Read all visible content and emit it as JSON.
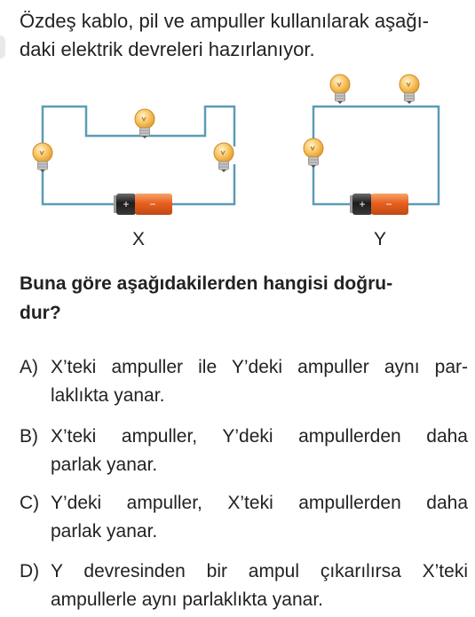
{
  "intro": {
    "line1": "Özdeş kablo, pil ve ampuller kullanılarak aşağı-",
    "line2": "daki elektrik devreleri hazırlanıyor."
  },
  "circuits": {
    "x_label": "X",
    "y_label": "Y",
    "battery_plus": "+",
    "battery_minus": "−",
    "wire_color": "#5b9bb8",
    "bulb_color": "#f4b54a",
    "battery_body_color": "#e8601f"
  },
  "question": {
    "line1": "Buna göre aşağıdakilerden hangisi doğru-",
    "line2": "dur?"
  },
  "options": [
    {
      "letter": "A)",
      "line1": "X’teki ampuller ile Y’deki ampuller aynı par-",
      "line2": "laklıkta yanar."
    },
    {
      "letter": "B)",
      "line1": "X’teki ampuller, Y’deki ampullerden daha",
      "line2": "parlak yanar."
    },
    {
      "letter": "C)",
      "line1": "Y’deki ampuller, X’teki ampullerden daha",
      "line2": "parlak yanar."
    },
    {
      "letter": "D)",
      "line1": "Y devresinden bir ampul çıkarılırsa X’teki",
      "line2": "ampullerle aynı parlaklıkta yanar."
    }
  ]
}
